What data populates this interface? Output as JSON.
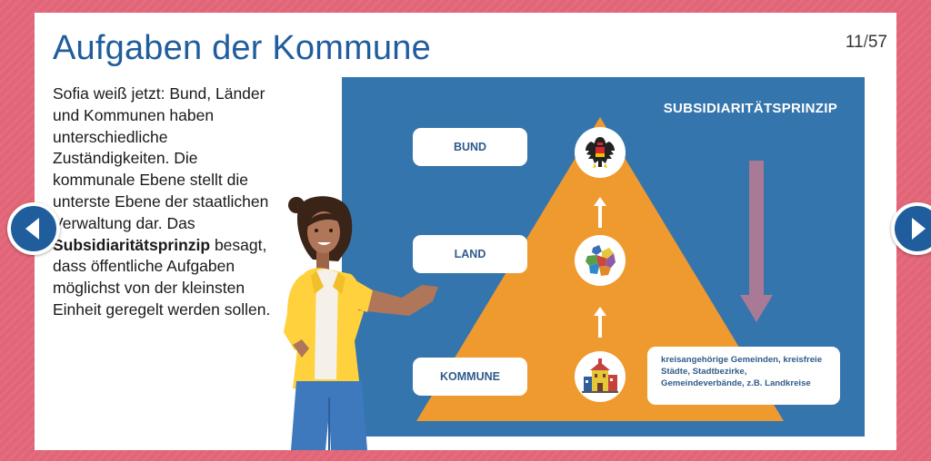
{
  "slide": {
    "title": "Aufgaben der Kommune",
    "counter": {
      "current": "11",
      "separator": "/",
      "total": "57"
    }
  },
  "body_text": {
    "part1": "Sofia weiß jetzt: Bund, Länder und Kommunen haben unterschiedliche Zuständigkeiten. Die kommunale Ebene stellt die unterste Ebene der staatlichen Verwaltung dar. Das ",
    "highlight": "Subsidiaritätsprinzip",
    "part2": " besagt, dass öffentliche Aufgaben möglichst von der kleinsten Einheit geregelt werden sollen."
  },
  "diagram": {
    "heading": "SUBSIDIARITÄTSPRINZIP",
    "levels": [
      {
        "label": "BUND",
        "icon": "federal-eagle-icon"
      },
      {
        "label": "LAND",
        "icon": "states-map-icon"
      },
      {
        "label": "KOMMUNE",
        "icon": "town-hall-icon"
      }
    ],
    "kommune_description": "kreisangehörige Gemeinden, kreisfreie Städte, Stadtbezirke, Gemeindeverbände, z.B. Landkreise"
  },
  "navigation": {
    "prev_icon": "chevron-left-icon",
    "next_icon": "chevron-right-icon"
  },
  "colors": {
    "frame": "#e26477",
    "title": "#1f5d9d",
    "panel": "#3575ad",
    "pyramid": "#ef9a2e",
    "label_text": "#2f5b8c",
    "down_arrow": "#a97a95"
  }
}
